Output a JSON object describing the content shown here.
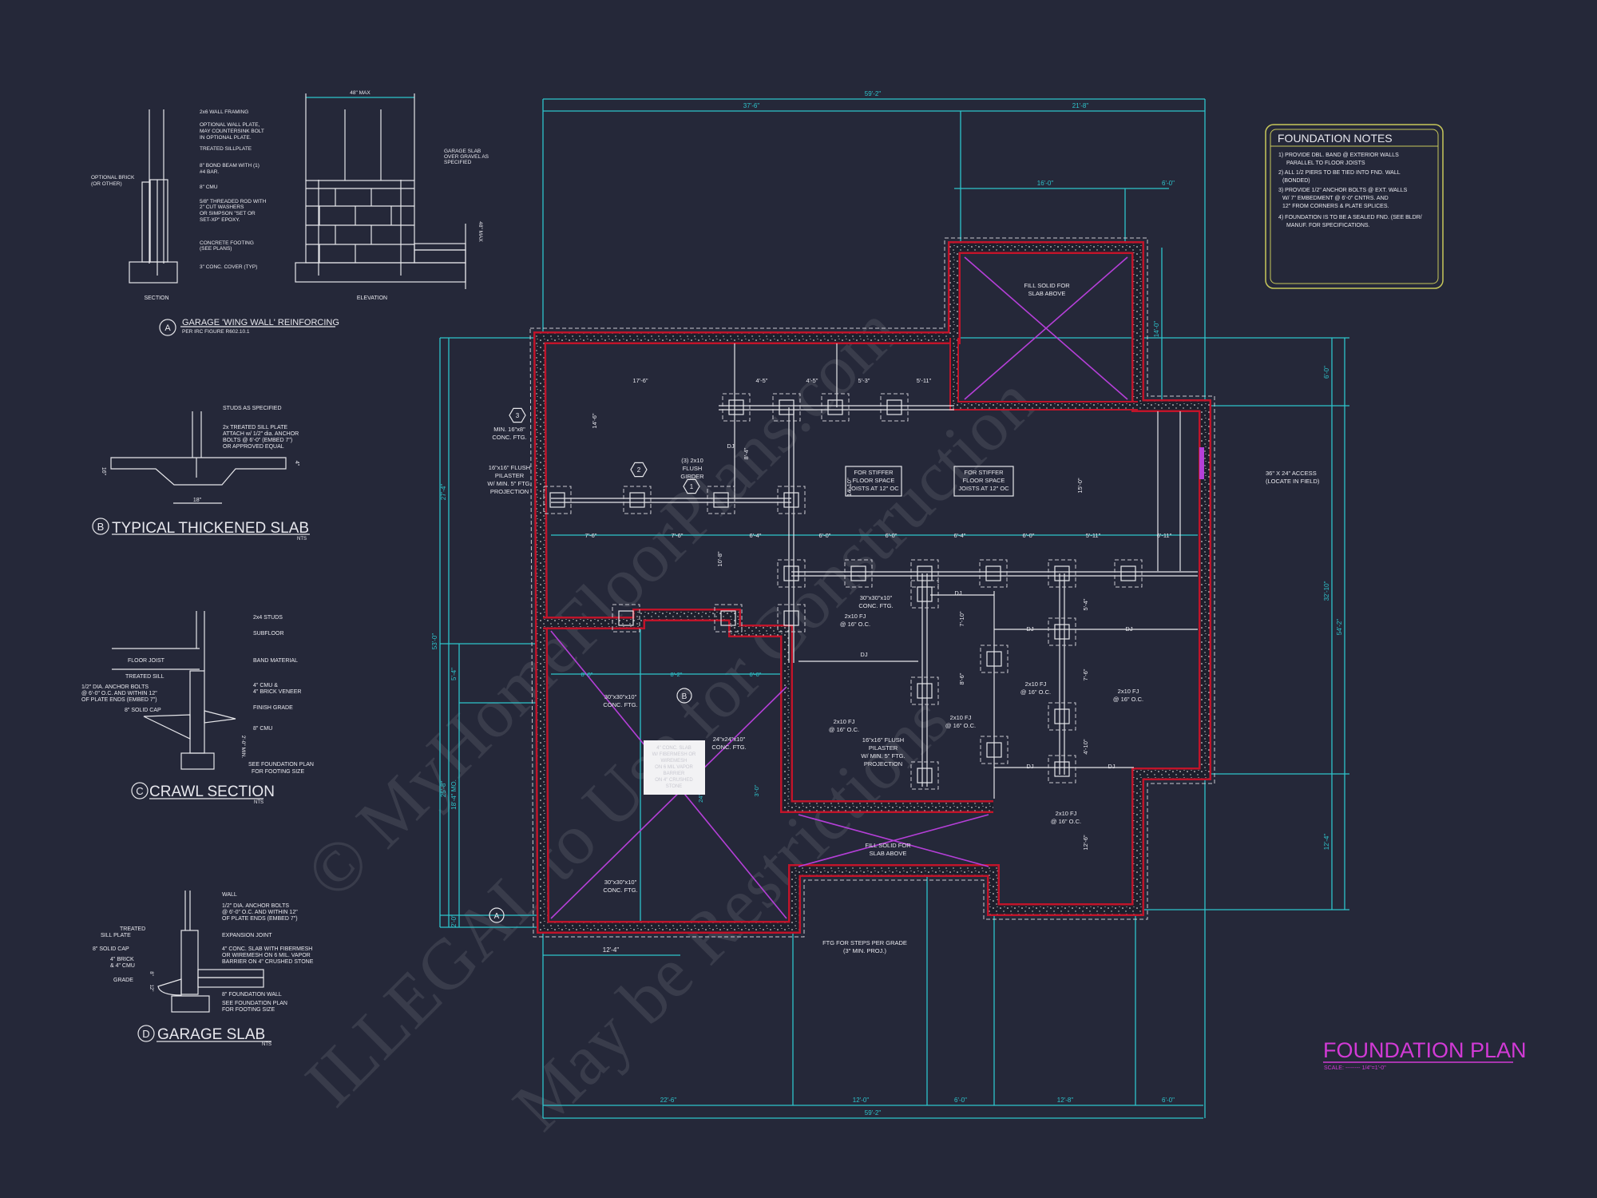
{
  "colors": {
    "background": "#252839",
    "dimension": "#2ec4cc",
    "foundation_wall": "#c0142a",
    "slab_fill_x": "#b53fd8",
    "title": "#d23ad6",
    "notes_border": "#c8c85a",
    "linework": "#e6e6ea"
  },
  "watermark": [
    "© MyHomeFloorPlans.com",
    "ILLEGAL to Use for Construction",
    "May be Restrictions"
  ],
  "detail_a": {
    "marker": "A",
    "title": "GARAGE 'WING WALL' REINFORCING",
    "subtitle": "PER IRC FIGURE R602.10.1",
    "section_label": "SECTION",
    "elevation_label": "ELEVATION",
    "width_dim": "48\" MAX",
    "height_dim": "48\" MAX",
    "labels": [
      "2x6 WALL FRAMING",
      "OPTIONAL WALL PLATE,",
      "MAY COUNTERSINK BOLT",
      "IN OPTIONAL PLATE.",
      "TREATED SILLPLATE",
      "8\" BOND BEAM WITH (1)",
      "#4 BAR.",
      "8\" CMU",
      "5/8\" THREADED ROD WITH",
      "2\" CUT WASHERS",
      "OR SIMPSON \"SET OR",
      "SET-XP\" EPOXY.",
      "CONCRETE FOOTING",
      "(SEE PLANS)",
      "3\" CONC. COVER (TYP)",
      "OPTIONAL BRICK",
      "(OR OTHER)",
      "GARAGE SLAB",
      "OVER GRAVEL AS",
      "SPECIFIED"
    ]
  },
  "detail_b": {
    "marker": "B",
    "title": "TYPICAL THICKENED SLAB",
    "scale": "NTS",
    "dim_width": "18\"",
    "dim_depth": "16\"",
    "dim_slab": "4\"",
    "labels": [
      "STUDS AS SPECIFIED",
      "2x TREATED SILL PLATE",
      "ATTACH w/ 1/2\" dia. ANCHOR",
      "BOLTS @ 6'-0\" (EMBED 7\")",
      "OR APPROVED EQUAL"
    ]
  },
  "detail_c": {
    "marker": "C",
    "title": "CRAWL SECTION",
    "scale": "NTS",
    "dim_height": "2'-0\" MIN.",
    "labels": [
      "2x4 STUDS",
      "SUBFLOOR",
      "FLOOR JOIST",
      "BAND MATERIAL",
      "TREATED SILL",
      "1/2\" DIA. ANCHOR BOLTS",
      "@ 6'-0\" O.C. AND WITHIN 12\"",
      "OF PLATE ENDS (EMBED 7\")",
      "8\" SOLID CAP",
      "4\" CMU &",
      "4\" BRICK VENEER",
      "FINISH GRADE",
      "8\" CMU",
      "SEE FOUNDATION PLAN",
      "FOR FOOTING SIZE"
    ]
  },
  "detail_d": {
    "marker": "D",
    "title": "GARAGE SLAB",
    "scale": "NTS",
    "dim_a": "8\"",
    "dim_b": "12\"",
    "labels": [
      "WALL",
      "1/2\" DIA. ANCHOR BOLTS",
      "@ 6'-0\" O.C. AND WITHIN 12\"",
      "OF PLATE ENDS (EMBED 7\")",
      "TREATED",
      "SILL PLATE",
      "EXPANSION JOINT",
      "8\" SOLID CAP",
      "4\" CONC. SLAB WITH FIBERMESH",
      "OR WIREMESH ON 6 MIL. VAPOR",
      "BARRIER ON 4\" CRUSHED STONE",
      "4\" BRICK",
      "& 4\" CMU",
      "GRADE",
      "8\" FOUNDATION WALL",
      "SEE FOUNDATION PLAN",
      "FOR FOOTING SIZE"
    ]
  },
  "notes": {
    "title": "FOUNDATION NOTES",
    "lines": [
      "1) PROVIDE DBL. BAND @ EXTERIOR WALLS",
      "PARALLEL TO FLOOR JOISTS",
      "2) ALL 1/2 PIERS TO BE TIED INTO FND. WALL",
      "(BONDED)",
      "3) PROVIDE 1/2\" ANCHOR BOLTS @ EXT. WALLS",
      "W/ 7\" EMBEDMENT @ 6'-0\" CNTRS. AND",
      "12\" FROM CORNERS & PLATE SPLICES.",
      "4) FOUNDATION IS TO BE A SEALED FND. (SEE BLDR/",
      "MANUF. FOR SPECIFICATIONS."
    ]
  },
  "plan": {
    "title": "FOUNDATION PLAN",
    "scale": "SCALE: -------- 1/4\"=1'-0\"",
    "dims_top": [
      "59'-2\"",
      "37'-6\"",
      "21'-8\"",
      "16'-0\"",
      "6'-0\"",
      "14'-0\""
    ],
    "dims_bottom": [
      "22'-6\"",
      "12'-0\"",
      "6'-0\"",
      "12'-8\"",
      "6'-0\"",
      "59'-2\"",
      "12'-4\""
    ],
    "dims_left": [
      "53'-0\"",
      "27'-4\"",
      "25'-8\"",
      "5'-4\"",
      "18'-4\" MO.",
      "2'-0\""
    ],
    "dims_right": [
      "6'-0\"",
      "32'-10\"",
      "12'-4\"",
      "54'-2\""
    ],
    "dims_interior": [
      "17'-6\"",
      "4'-5\"",
      "4'-5\"",
      "5'-3\"",
      "5'-11\"",
      "7'-6\"",
      "7'-6\"",
      "6'-4\"",
      "6'-0\"",
      "6'-0\"",
      "6'-4\"",
      "6'-0\"",
      "5'-11\"",
      "6'-11\"",
      "8'-0\"",
      "8'-2\"",
      "6'-0\"",
      "14'-6\"",
      "8'-4\"",
      "10'-8\"",
      "14'-10\"",
      "15'-0\"",
      "7'-10\"",
      "8'-6\"",
      "5'-4\"",
      "7'-6\"",
      "4'-10\"",
      "12'-6\"",
      "3'-0\"",
      "24'"
    ],
    "callouts": {
      "hex_3": "3",
      "hex_2": "2",
      "hex_1": "1",
      "min_ftg": [
        "MIN. 16\"x8\"",
        "CONC. FTG."
      ],
      "pilaster_1": [
        "16\"x16\" FLUSH",
        "PILASTER",
        "W/ MIN. 5\" FTG.",
        "PROJECTION"
      ],
      "girder": [
        "(3) 2x10",
        "FLUSH",
        "GIRDER"
      ],
      "stiffer_1": [
        "FOR STIFFER",
        "FLOOR SPACE",
        "JOISTS AT 12\" OC"
      ],
      "stiffer_2": [
        "FOR STIFFER",
        "FLOOR SPACE",
        "JOISTS AT 12\" OC"
      ],
      "fill_solid_1": [
        "FILL SOLID FOR",
        "SLAB ABOVE"
      ],
      "fill_solid_2": [
        "FILL SOLID FOR",
        "SLAB ABOVE"
      ],
      "access": [
        "36\" X 24\" ACCESS",
        "(LOCATE IN FIELD)"
      ],
      "ftg_30_a": [
        "30\"x30\"x10\"",
        "CONC. FTG."
      ],
      "ftg_30_b": [
        "30\"x30\"x10\"",
        "CONC. FTG."
      ],
      "ftg_30_c": [
        "30\"x30\"x10\"",
        "CONC. FTG."
      ],
      "ftg_24": [
        "24\"x24\"x10\"",
        "CONC. FTG."
      ],
      "pilaster_2": [
        "16\"x16\" FLUSH",
        "PILASTER",
        "W/ MIN. 5\" FTG.",
        "PROJECTION"
      ],
      "steps": [
        "FTG FOR STEPS PER GRADE",
        "(3\" MIN. PROJ.)"
      ],
      "fj": [
        "2x10 FJ",
        "@ 16\" O.C."
      ],
      "dj": "DJ",
      "section_a": "A",
      "section_b": "B",
      "slab_note": [
        "4\" CONC. SLAB",
        "W/ FIBERMESH OR",
        "WIREMESH",
        "ON 6 MIL VAPOR",
        "BARRIER",
        "ON 4\" CRUSHED",
        "STONE"
      ]
    }
  }
}
